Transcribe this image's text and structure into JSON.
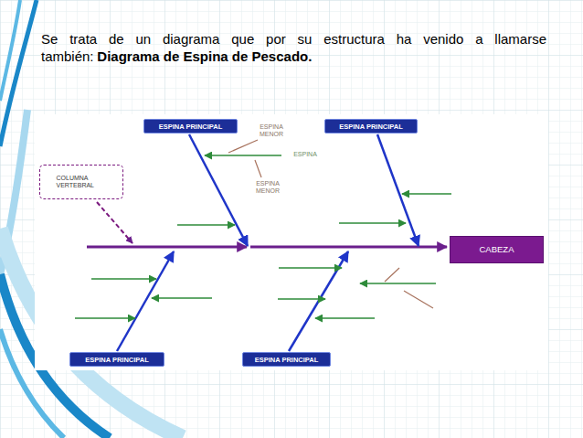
{
  "diagram": {
    "title": "Se trata de un diagrama que por su estructura ha venido a llamarse también:",
    "nodes": [
      {
        "text": [
          "ESPINA PRINCIPAL"
        ]
      },
      {
        "text": [
          "ESPINA PRINCIPAL"
        ]
      },
      {
        "text": [
          "COLUMNA VERTEBRAL"
        ]
      },
      {
        "text": [
          "CABEZA"
        ]
      },
      {
        "text": [
          "ESPINA PRINCIPAL"
        ]
      },
      {
        "text": [
          "ESPINA PRINCIPAL"
        ]
      }
    ],
    "labels": [
      "Diagrama de Espina de Pescado.",
      "ESPINA MENOR",
      "ESPINA",
      "ESPINA MENOR"
    ]
  }
}
